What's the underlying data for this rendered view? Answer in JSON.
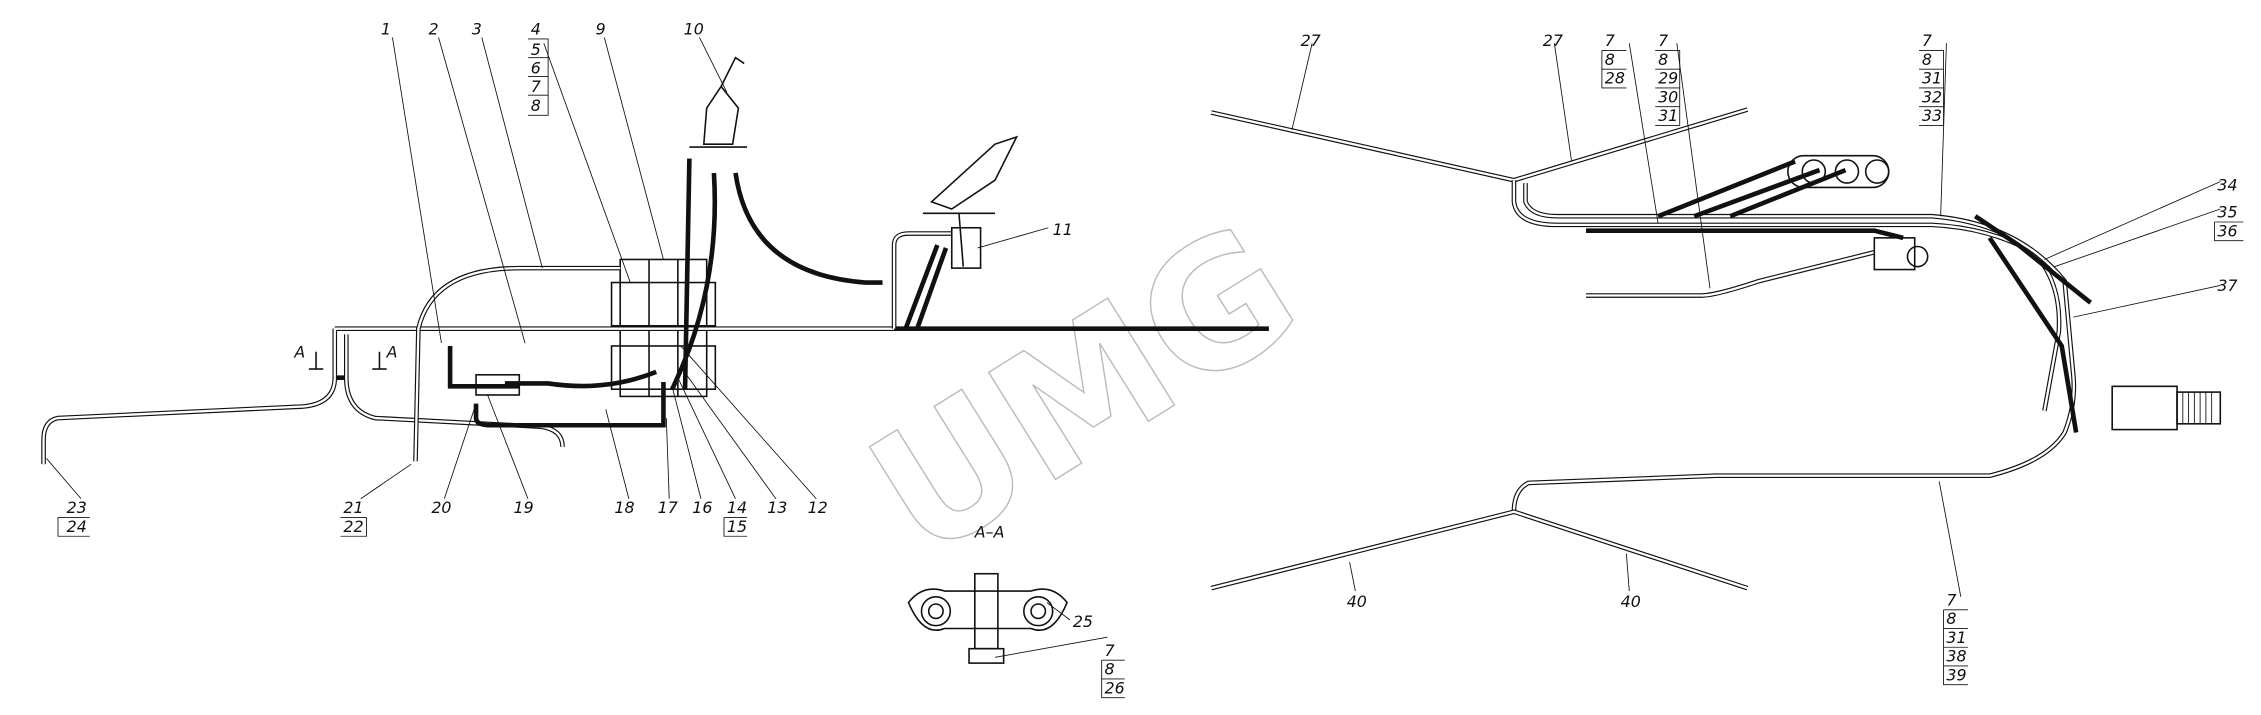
{
  "watermark": "UMG",
  "section_title": "A–A",
  "section_mark": "A",
  "left_assembly": {
    "callouts": [
      "1",
      "2",
      "3",
      "9",
      "10",
      "11",
      "12",
      "13",
      "16",
      "17",
      "18",
      "19",
      "20",
      "25"
    ],
    "stack_4": [
      "4",
      "5",
      "6",
      "7",
      "8"
    ],
    "stack_14": [
      "14",
      "15"
    ],
    "stack_21": [
      "21",
      "22"
    ],
    "stack_23": [
      "23",
      "24"
    ],
    "stack_section": [
      "7",
      "8",
      "26"
    ]
  },
  "right_assembly": {
    "callouts": [
      "27",
      "27",
      "34",
      "37",
      "40",
      "40"
    ],
    "stack_28": [
      "7",
      "8",
      "28"
    ],
    "stack_29": [
      "7",
      "8",
      "29",
      "30",
      "31"
    ],
    "stack_32": [
      "7",
      "8",
      "31",
      "32",
      "33"
    ],
    "stack_35": [
      "35",
      "36"
    ],
    "stack_38": [
      "7",
      "8",
      "31",
      "38",
      "39"
    ]
  }
}
